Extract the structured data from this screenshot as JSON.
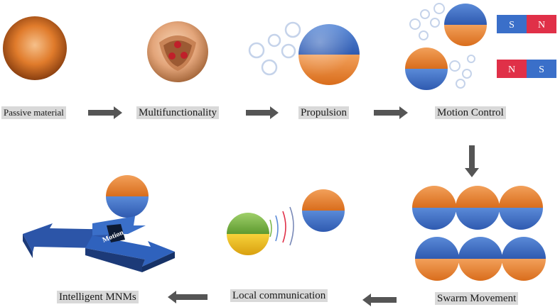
{
  "colors": {
    "orange": "#e07b2b",
    "blue": "#3d6fc4",
    "arrow": "#555555",
    "label_bg": "#d9d9d9",
    "magnet_blue": "#3a6fc9",
    "magnet_red": "#e03048",
    "green": "#7ab648",
    "yellow": "#f0c020",
    "bubble": "#c5d3ea"
  },
  "labels": {
    "passive": "Passive material",
    "multi": "Multifunctionality",
    "propulsion": "Propulsion",
    "motion_control": "Motion Control",
    "swarm": "Swarm Movement",
    "local": "Local communication",
    "intelligent": "Intelligent MNMs"
  },
  "magnets": {
    "top": {
      "left": "S",
      "right": "N"
    },
    "bottom": {
      "left": "N",
      "right": "S"
    }
  },
  "motion_text": "Motion",
  "icons": {
    "flow_arrow": "arrow-right-icon",
    "down_arrow": "arrow-down-icon",
    "left_arrow": "arrow-left-icon"
  }
}
